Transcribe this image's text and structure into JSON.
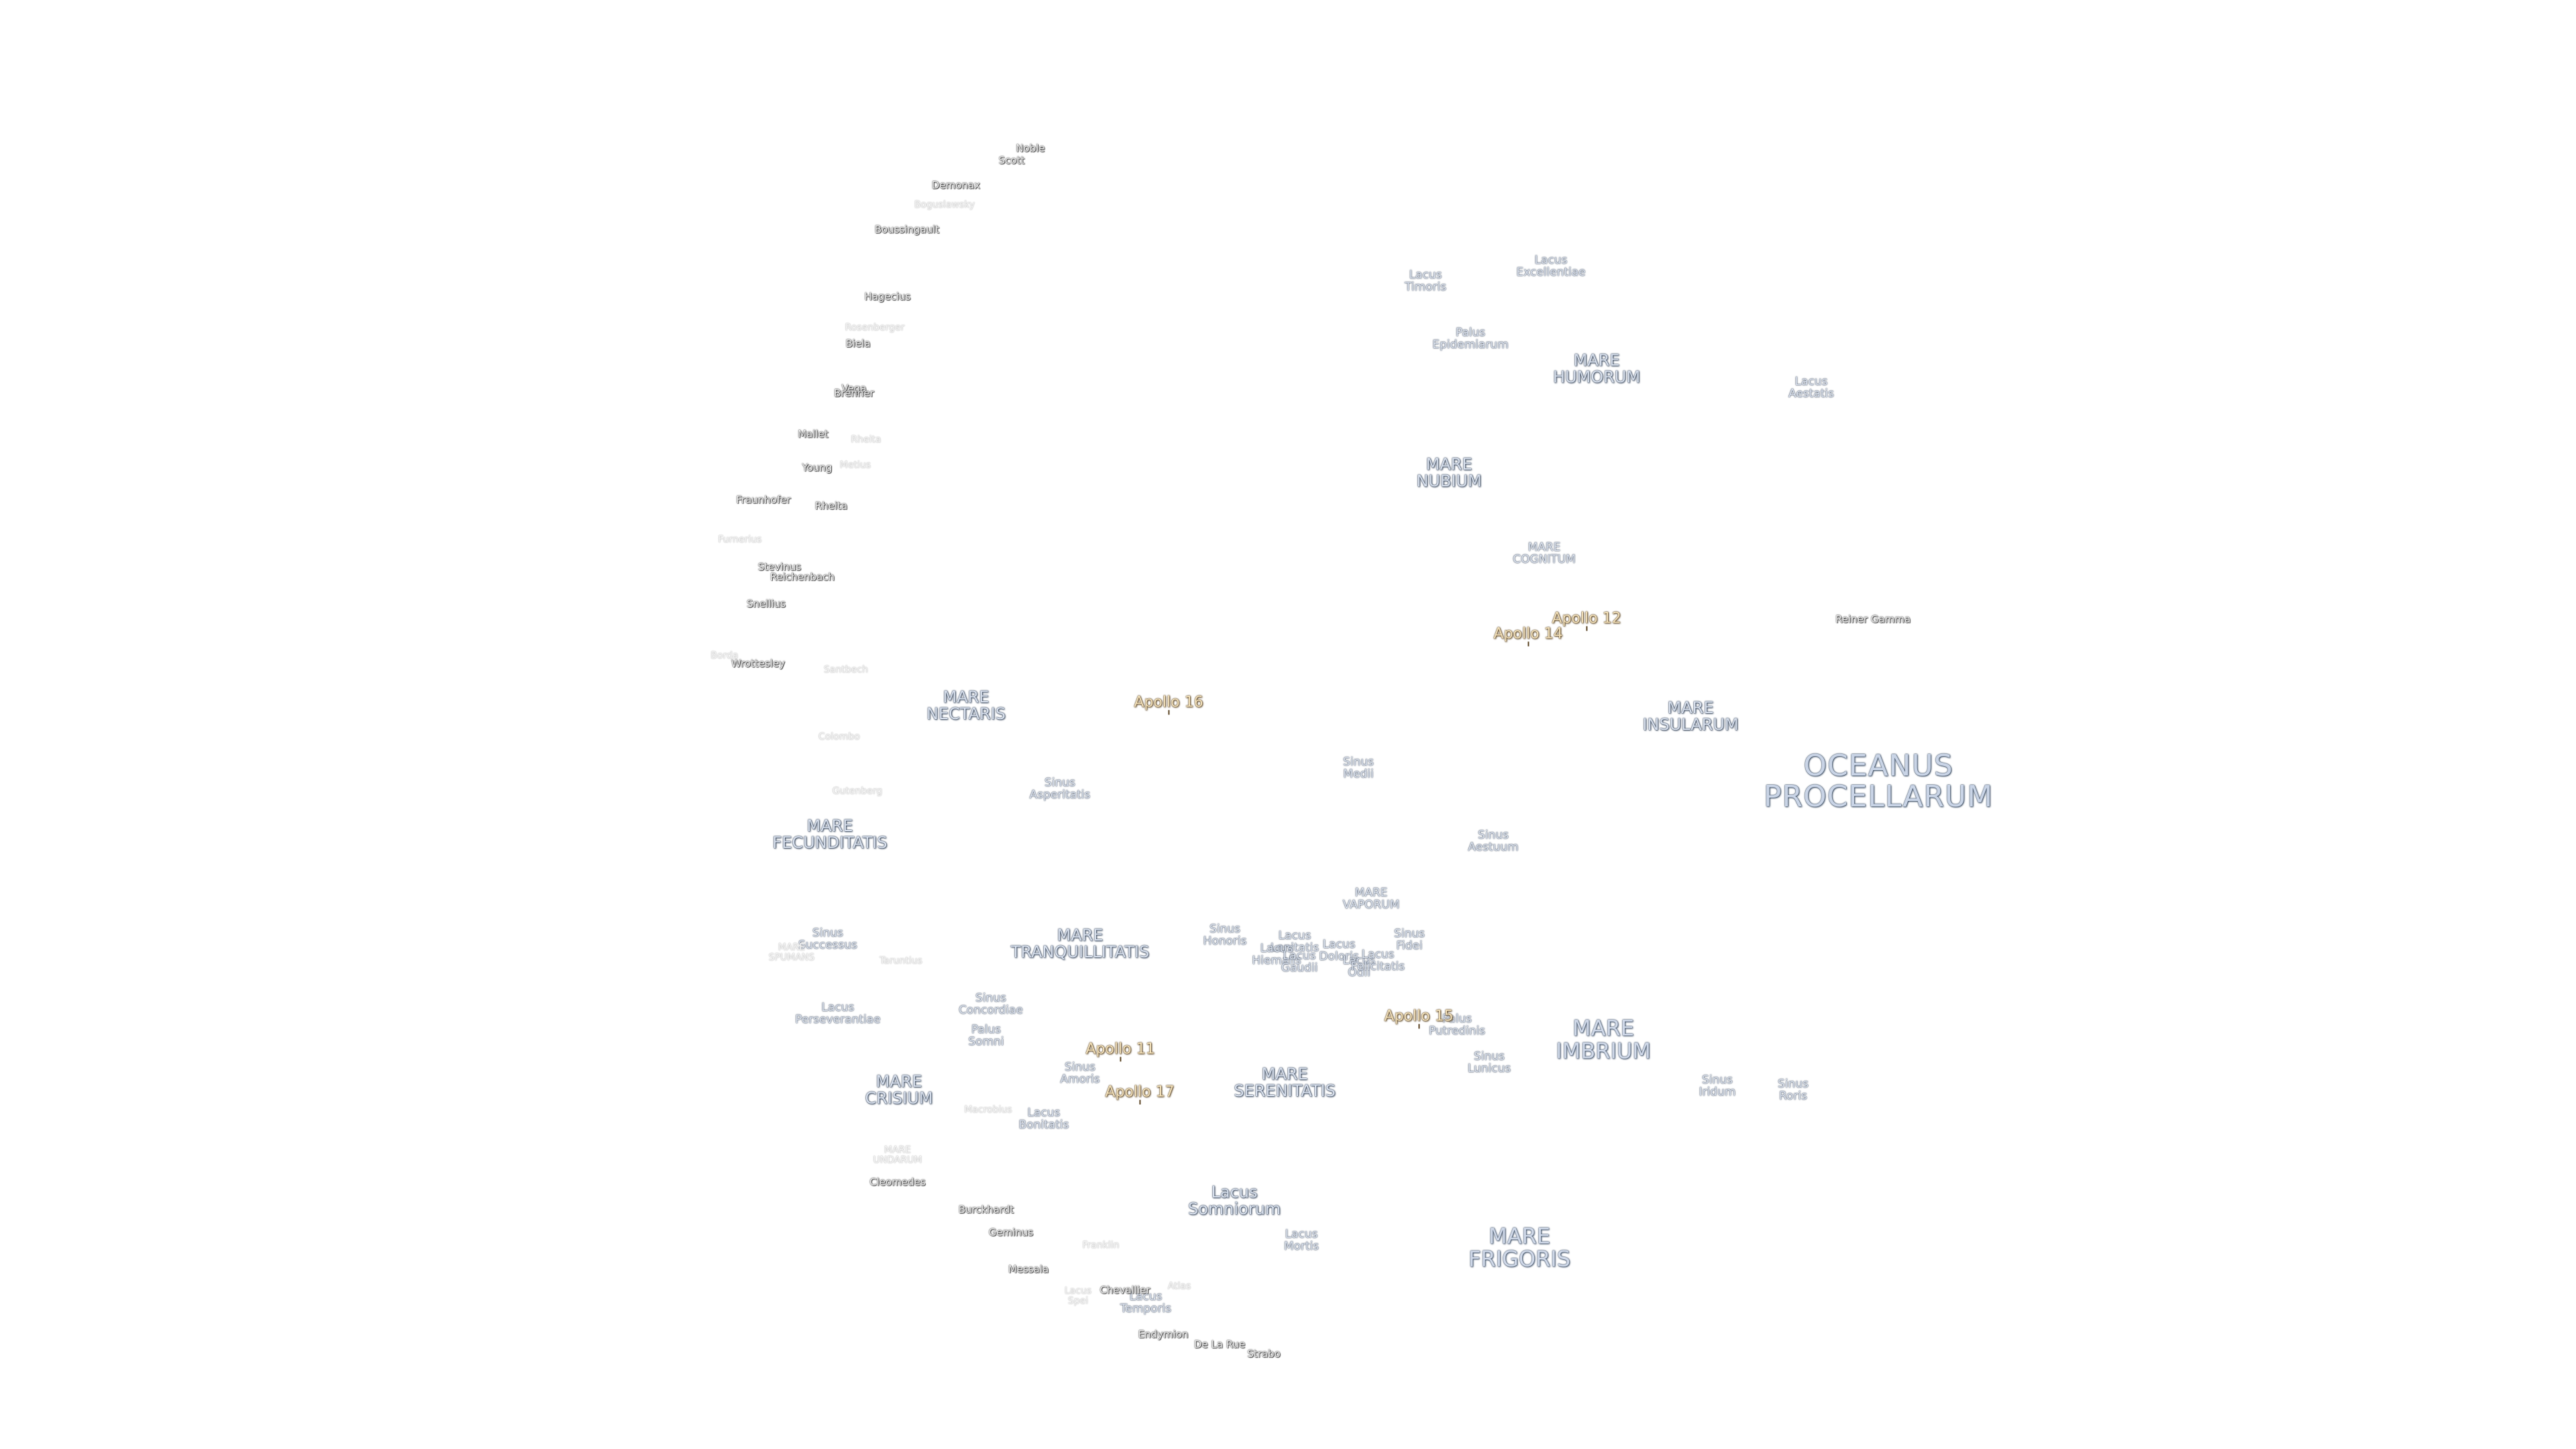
{
  "map": {
    "labels": [
      {
        "text": "OCEANUS\nPROCELLARUM",
        "kind": "ocean"
      },
      {
        "text": "MARE\nIMBRIUM",
        "kind": "mare-l"
      },
      {
        "text": "MARE\nFRIGORIS",
        "kind": "mare-l"
      },
      {
        "text": "MARE\nTRANQUILLITATIS",
        "kind": "mare-m"
      },
      {
        "text": "MARE\nSERENITATIS",
        "kind": "mare-m"
      },
      {
        "text": "MARE\nCRISIUM",
        "kind": "mare-m"
      },
      {
        "text": "MARE\nFECUNDITATIS",
        "kind": "mare-m"
      },
      {
        "text": "MARE\nNUBIUM",
        "kind": "mare-m"
      },
      {
        "text": "MARE\nINSULARUM",
        "kind": "mare-m"
      },
      {
        "text": "MARE\nHUMORUM",
        "kind": "mare-m"
      },
      {
        "text": "MARE\nNECTARIS",
        "kind": "mare-m"
      },
      {
        "text": "MARE\nCOGNITUM",
        "kind": "mare-s"
      },
      {
        "text": "MARE\nVAPORUM",
        "kind": "mare-s"
      },
      {
        "text": "Lacus\nSomniorum",
        "kind": "mare-m"
      },
      {
        "text": "Palus\nEpidemiarum",
        "kind": "mare-s"
      },
      {
        "text": "Sinus\nAestuum",
        "kind": "mare-s"
      },
      {
        "text": "Sinus\nMedii",
        "kind": "mare-s"
      },
      {
        "text": "Sinus\nAsperitatis",
        "kind": "mare-s"
      },
      {
        "text": "Sinus\nIridum",
        "kind": "mare-s"
      },
      {
        "text": "Sinus\nRoris",
        "kind": "mare-s"
      },
      {
        "text": "Sinus\nAmoris",
        "kind": "mare-s"
      },
      {
        "text": "Sinus\nConcordiae",
        "kind": "mare-s"
      },
      {
        "text": "Palus\nSomni",
        "kind": "mare-s"
      },
      {
        "text": "Sinus\nSuccessus",
        "kind": "mare-s"
      },
      {
        "text": "Lacus\nPerseverantiae",
        "kind": "mare-s"
      },
      {
        "text": "Lacus\nBonitatis",
        "kind": "mare-s"
      },
      {
        "text": "Lacus\nMortis",
        "kind": "mare-s"
      },
      {
        "text": "Lacus\nTemporis",
        "kind": "mare-s"
      },
      {
        "text": "Lacus\nTimoris",
        "kind": "mare-s"
      },
      {
        "text": "Lacus\nExcellentiae",
        "kind": "mare-s"
      },
      {
        "text": "Lacus\nAestatis",
        "kind": "mare-s"
      },
      {
        "text": "Palus\nPutredinis",
        "kind": "mare-s"
      },
      {
        "text": "Sinus\nLunicus",
        "kind": "mare-s"
      },
      {
        "text": "Sinus\nHonoris",
        "kind": "mare-s"
      },
      {
        "text": "Sinus\nFidei",
        "kind": "mare-s"
      },
      {
        "text": "Lacus\nLenitatis",
        "kind": "mare-s"
      },
      {
        "text": "Lacus\nHiemalis",
        "kind": "mare-s"
      },
      {
        "text": "Lacus\nGaudii",
        "kind": "mare-s"
      },
      {
        "text": "Lacus\nDoloris",
        "kind": "mare-s"
      },
      {
        "text": "Lacus\nOdii",
        "kind": "mare-s"
      },
      {
        "text": "Lacus\nFelicitatis",
        "kind": "mare-s"
      },
      {
        "text": "Lacus\nSpei",
        "kind": "crater-faint"
      },
      {
        "text": "MARE\nSPUMANS",
        "kind": "crater-faint"
      },
      {
        "text": "MARE\nUNDARUM",
        "kind": "crater-faint"
      },
      {
        "text": "Apollo 11",
        "kind": "apollo"
      },
      {
        "text": "Apollo 12",
        "kind": "apollo"
      },
      {
        "text": "Apollo 14",
        "kind": "apollo"
      },
      {
        "text": "Apollo 15",
        "kind": "apollo"
      },
      {
        "text": "Apollo 16",
        "kind": "apollo"
      },
      {
        "text": "Apollo 17",
        "kind": "apollo"
      },
      {
        "text": "Reiner Gamma",
        "kind": "crater"
      },
      {
        "text": "Noble",
        "kind": "crater"
      },
      {
        "text": "Scott",
        "kind": "crater"
      },
      {
        "text": "Demonax",
        "kind": "crater"
      },
      {
        "text": "Boguslawsky",
        "kind": "crater-faint"
      },
      {
        "text": "Boussingault",
        "kind": "crater"
      },
      {
        "text": "Hagecius",
        "kind": "crater"
      },
      {
        "text": "Rosenberger",
        "kind": "crater-faint"
      },
      {
        "text": "Biela",
        "kind": "crater"
      },
      {
        "text": "Vega",
        "kind": "crater"
      },
      {
        "text": "Brenner",
        "kind": "crater"
      },
      {
        "text": "Mallet",
        "kind": "crater"
      },
      {
        "text": "Rheita",
        "kind": "crater-faint"
      },
      {
        "text": "Young",
        "kind": "crater"
      },
      {
        "text": "Metius",
        "kind": "crater-faint"
      },
      {
        "text": "Fraunhofer",
        "kind": "crater"
      },
      {
        "text": "Rheita",
        "kind": "crater"
      },
      {
        "text": "Furnerius",
        "kind": "crater-faint"
      },
      {
        "text": "Stevinus",
        "kind": "crater"
      },
      {
        "text": "Reichenbach",
        "kind": "crater"
      },
      {
        "text": "Snellius",
        "kind": "crater"
      },
      {
        "text": "Wrottesley",
        "kind": "crater"
      },
      {
        "text": "Borda",
        "kind": "crater-faint"
      },
      {
        "text": "Santbech",
        "kind": "crater-faint"
      },
      {
        "text": "Colombo",
        "kind": "crater-faint"
      },
      {
        "text": "Gutenberg",
        "kind": "crater-faint"
      },
      {
        "text": "Taruntius",
        "kind": "crater-faint"
      },
      {
        "text": "Macrobius",
        "kind": "crater-faint"
      },
      {
        "text": "Cleomedes",
        "kind": "crater"
      },
      {
        "text": "Burckhardt",
        "kind": "crater"
      },
      {
        "text": "Geminus",
        "kind": "crater"
      },
      {
        "text": "Franklin",
        "kind": "crater-faint"
      },
      {
        "text": "Messala",
        "kind": "crater"
      },
      {
        "text": "Chevallier",
        "kind": "crater"
      },
      {
        "text": "Atlas",
        "kind": "crater-faint"
      },
      {
        "text": "Endymion",
        "kind": "crater"
      },
      {
        "text": "De La Rue",
        "kind": "crater"
      },
      {
        "text": "Strabo",
        "kind": "crater"
      }
    ]
  }
}
